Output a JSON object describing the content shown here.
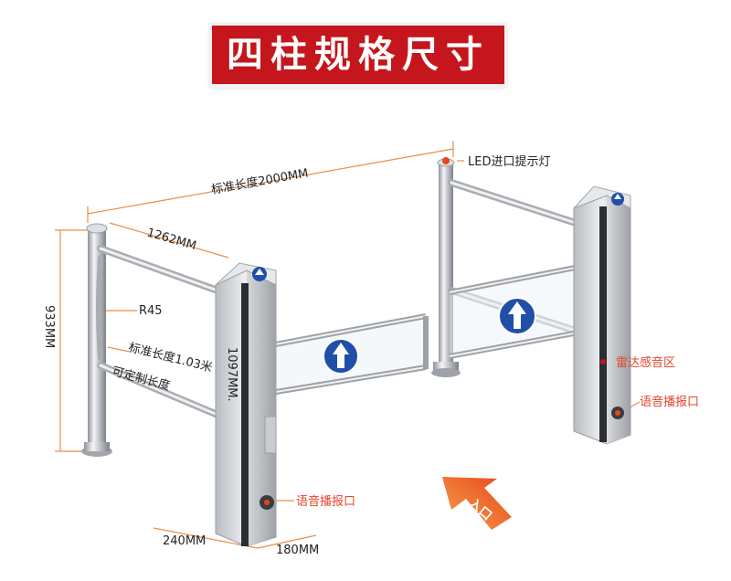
{
  "banner": {
    "title": "四柱规格尺寸"
  },
  "colors": {
    "banner_red": "#c4161c",
    "dim_orange": "#e8904a",
    "label_red": "#e3462a",
    "sign_blue": "#1f4fa8",
    "arrow_orange": "#ec5a1e",
    "steel": "#c9ccd1"
  },
  "labels": {
    "total_length": "标准长度2000MM",
    "gate_width": "1262MM",
    "radius": "R45",
    "arm_length": "标准长度1.03米",
    "custom_length": "可定制长度",
    "height_933": "933MM",
    "height_1097": "1097MM.",
    "base_width": "240MM",
    "base_depth": "180MM",
    "led_light": "LED进口提示灯",
    "radar_zone": "雷达感音区",
    "voice_port_right": "语音播报口",
    "voice_port_left": "语音播报口",
    "entrance": "入口"
  },
  "icons": [
    "up-arrow-sign-icon",
    "speaker-icon",
    "entrance-arrow-icon",
    "led-indicator-icon"
  ]
}
